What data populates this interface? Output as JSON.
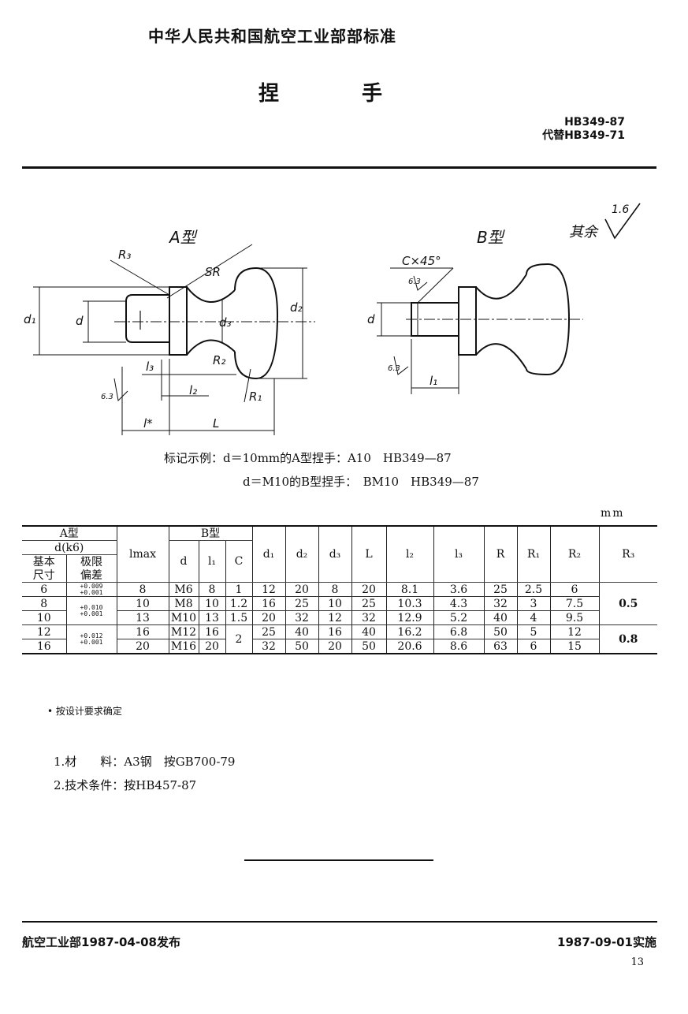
{
  "header": {
    "org": "中华人民共和国航空工业部部标准",
    "title": "捏 手",
    "std_no": "HB349-87",
    "replaces": "代替HB349-71"
  },
  "drawing": {
    "type_a": "A型",
    "type_b": "B型",
    "roughness_rest": "其余",
    "roughness_rest_value": "1.6",
    "roughness_value": "6.3",
    "chamfer": "C×45°",
    "labels": {
      "R3": "R₃",
      "SR": "SR",
      "d1": "d₁",
      "d": "d",
      "d3": "d₃",
      "d2": "d₂",
      "R2": "R₂",
      "R1": "R₁",
      "l3": "l₃",
      "l2": "l₂",
      "l_star": "l*",
      "L": "L",
      "l1": "l₁"
    }
  },
  "example": {
    "line1": "标记示例：d＝10mm的A型捏手：A10　HB349—87",
    "line2": "d＝M10的B型捏手：　BM10　HB349—87"
  },
  "table": {
    "unit": "mm",
    "headers": {
      "type_a": "A型",
      "type_b": "B型",
      "dk6": "d(k6)",
      "basic_size_1": "基本",
      "basic_size_2": "尺寸",
      "limit_dev_1": "极限",
      "limit_dev_2": "偏差",
      "lmax": "lmax",
      "d": "d",
      "l1": "l₁",
      "C": "C",
      "d1": "d₁",
      "d2": "d₂",
      "d3": "d₃",
      "L": "L",
      "l2": "l₂",
      "l3": "l₃",
      "R": "R",
      "R1": "R₁",
      "R2": "R₂",
      "R3": "R₃"
    },
    "rows": [
      {
        "d": "6",
        "dev_upper": "+0.009",
        "dev_lower": "+0.001",
        "lmax": "8",
        "bd": "M6",
        "l1": "8",
        "C": "1",
        "d1": "12",
        "d2": "20",
        "d3": "8",
        "L": "20",
        "l2": "8.1",
        "l3": "3.6",
        "R": "25",
        "R1": "2.5",
        "R2": "6"
      },
      {
        "d": "8",
        "dev_upper": "+0.010",
        "dev_lower": "+0.001",
        "lmax": "10",
        "bd": "M8",
        "l1": "10",
        "C": "1.2",
        "d1": "16",
        "d2": "25",
        "d3": "10",
        "L": "25",
        "l2": "10.3",
        "l3": "4.3",
        "R": "32",
        "R1": "3",
        "R2": "7.5"
      },
      {
        "d": "10",
        "lmax": "13",
        "bd": "M10",
        "l1": "13",
        "C": "1.5",
        "d1": "20",
        "d2": "32",
        "d3": "12",
        "L": "32",
        "l2": "12.9",
        "l3": "5.2",
        "R": "40",
        "R1": "4",
        "R2": "9.5"
      },
      {
        "d": "12",
        "dev_upper": "+0.012",
        "dev_lower": "+0.001",
        "lmax": "16",
        "bd": "M12",
        "l1": "16",
        "C": "2",
        "d1": "25",
        "d2": "40",
        "d3": "16",
        "L": "40",
        "l2": "16.2",
        "l3": "6.8",
        "R": "50",
        "R1": "5",
        "R2": "12"
      },
      {
        "d": "16",
        "lmax": "20",
        "bd": "M16",
        "l1": "20",
        "d1": "32",
        "d2": "50",
        "d3": "20",
        "L": "50",
        "l2": "20.6",
        "l3": "8.6",
        "R": "63",
        "R1": "6",
        "R2": "15"
      }
    ],
    "R3_group1": "0.5",
    "R3_group2": "0.8"
  },
  "footnote": "• 按设计要求确定",
  "notes": {
    "item1": "1.材　　料：A3钢　按GB700-79",
    "item2": "2.技术条件：按HB457-87"
  },
  "footer": {
    "issued": "航空工业部1987-04-08发布",
    "effective": "1987-09-01实施",
    "page": "13"
  }
}
